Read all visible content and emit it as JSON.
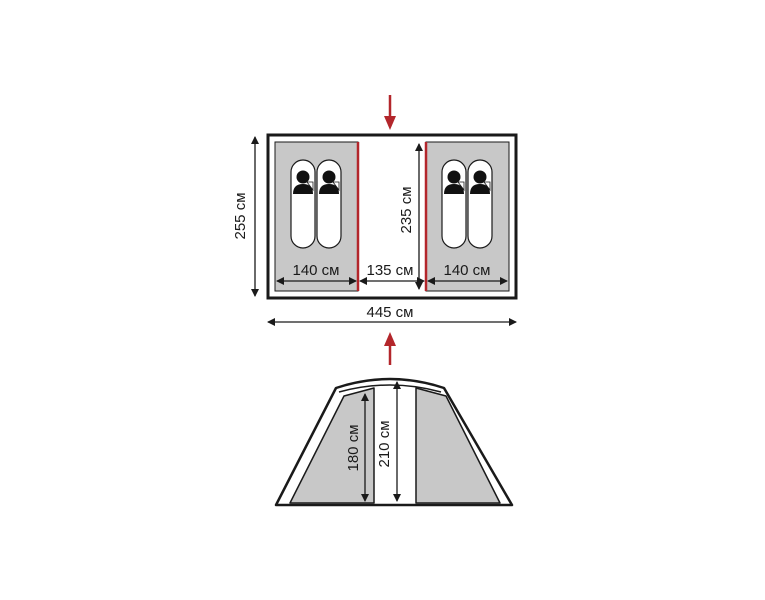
{
  "floor_plan": {
    "overall_width": "445 см",
    "overall_depth": "255 см",
    "bedroom_depth": "235 см",
    "left_bedroom_width": "140 см",
    "vestibule_width": "135 см",
    "right_bedroom_width": "140 см",
    "sleepers_per_bedroom": 2
  },
  "side_view": {
    "bedroom_height": "180 см",
    "vestibule_height": "210 см"
  },
  "colors": {
    "outline": "#1a1a1a",
    "panel": "#c8c8c8",
    "accent_red": "#b3262b",
    "sleeping_bag": "#ffffff",
    "head": "#111111"
  }
}
